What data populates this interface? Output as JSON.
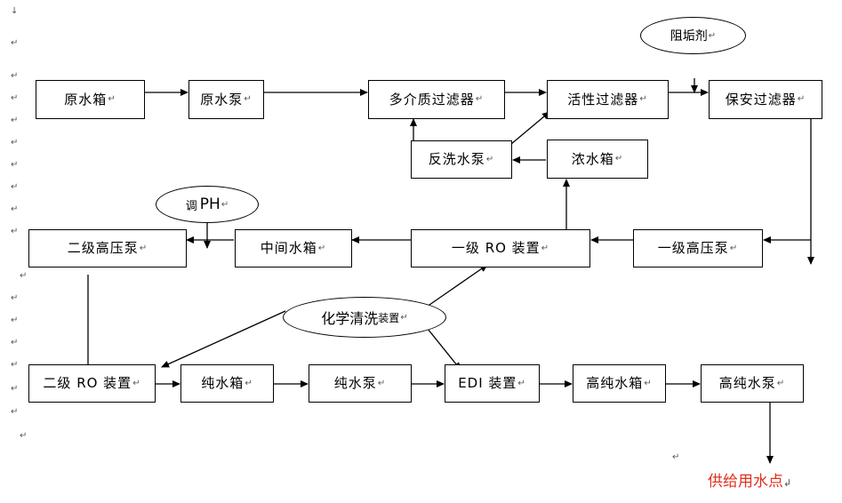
{
  "nodes": {
    "raw_water_tank": "原水箱",
    "raw_water_pump": "原水泵",
    "multimedia_filter": "多介质过滤器",
    "activated_carbon_filter": "活性过滤器",
    "security_filter": "保安过滤器",
    "backwash_pump": "反洗水泵",
    "concentrate_tank": "浓水箱",
    "stage2_hp_pump": "二级高压泵",
    "intermediate_tank": "中间水箱",
    "stage1_ro": "一级 RO 装置",
    "stage1_hp_pump": "一级高压泵",
    "stage2_ro": "二级 RO 装置",
    "pure_water_tank": "纯水箱",
    "pure_water_pump": "纯水泵",
    "edi_unit": "EDI 装置",
    "ultrapure_tank": "高纯水箱",
    "ultrapure_pump": "高纯水泵"
  },
  "ellipses": {
    "antiscalant": "阻垢剂",
    "adjust_ph_prefix": "调",
    "adjust_ph_main": "PH",
    "chemical_cleaning_main": "化学清洗",
    "chemical_cleaning_small": "装置"
  },
  "output": {
    "supply_point": "供给用水点"
  },
  "format_marks": {
    "paragraph_mark": "↵",
    "return_arrow": "↲"
  },
  "colors": {
    "line": "#000000",
    "supply_text": "#e0301e"
  }
}
